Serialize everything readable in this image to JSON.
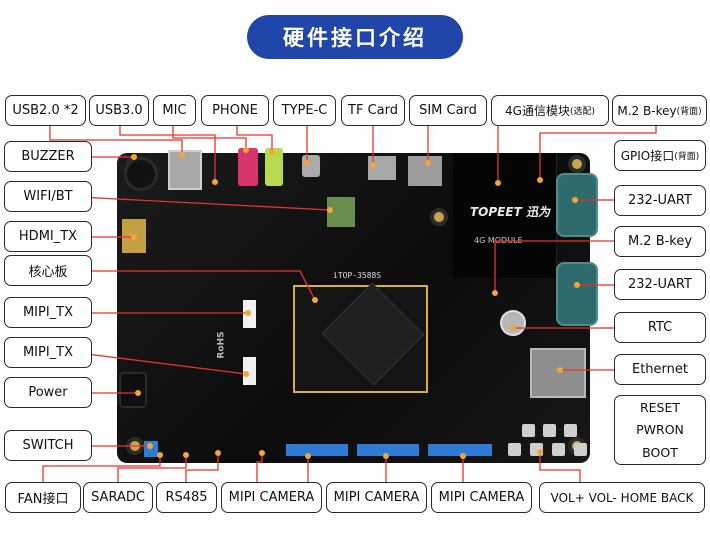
{
  "title": "硬件接口介绍",
  "board": {
    "module_brand": "TOPEET 迅为",
    "module_name": "4G MODULE",
    "core_name": "iTOP-3588S",
    "rohs": "RoHS"
  },
  "labels": {
    "usb20": "USB2.0 *2",
    "usb30": "USB3.0",
    "mic": "MIC",
    "phone": "PHONE",
    "typec": "TYPE-C",
    "tfcard": "TF Card",
    "simcard": "SIM Card",
    "module4g": "4G通信模块",
    "module4g_note": "(选配)",
    "m2_top": "M.2 B-key",
    "m2_top_note": "(背面)",
    "buzzer": "BUZZER",
    "wifi": "WIFI/BT",
    "hdmi": "HDMI_TX",
    "core": "核心板",
    "mipi_tx1": "MIPI_TX",
    "mipi_tx2": "MIPI_TX",
    "power": "Power",
    "switch": "SWITCH",
    "gpio": "GPIO接口",
    "gpio_note": "(背面)",
    "uart1": "232-UART",
    "m2_right": "M.2 B-key",
    "uart2": "232-UART",
    "rtc": "RTC",
    "ethernet": "Ethernet",
    "reset": "RESET",
    "pwron": "PWRON",
    "boot": "BOOT",
    "fan": "FAN接口",
    "saradc": "SARADC",
    "rs485": "RS485",
    "cam1": "MIPI CAMERA",
    "cam2": "MIPI CAMERA",
    "cam3": "MIPI CAMERA",
    "keys": "VOL+  VOL-  HOME  BACK"
  },
  "colors": {
    "title_bg": "#1f46a8",
    "leader_line": "#e8332a",
    "dot": "#f2a63a",
    "board": "#141414"
  }
}
